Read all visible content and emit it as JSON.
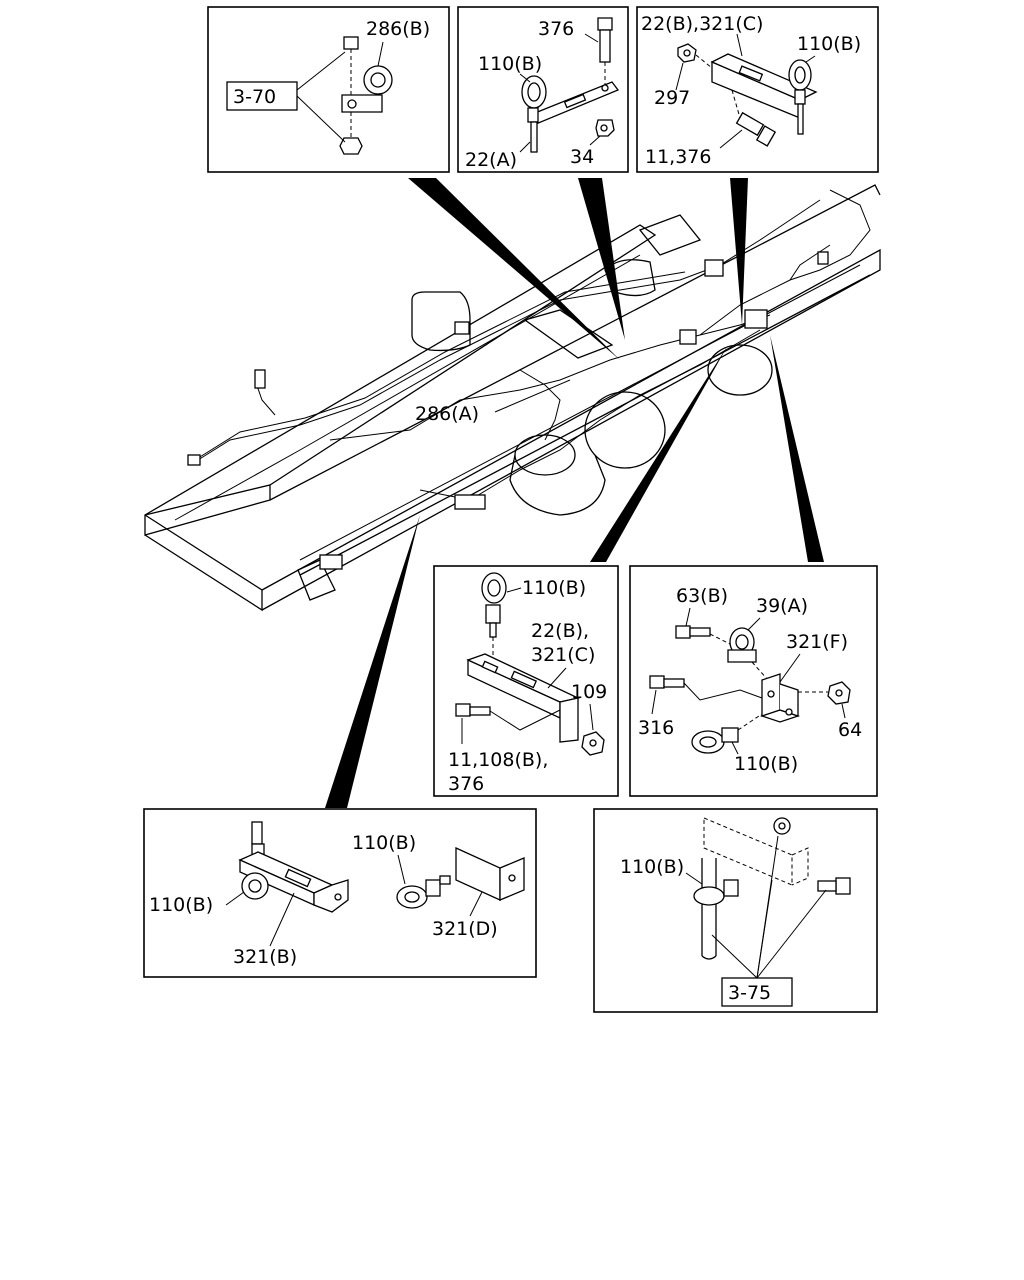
{
  "figure": {
    "panels": [
      {
        "id": "p1",
        "labels": [
          "286(B)"
        ],
        "refs": [
          "3-70"
        ]
      },
      {
        "id": "p2",
        "labels": [
          "376",
          "110(B)",
          "22(A)",
          "34"
        ],
        "refs": []
      },
      {
        "id": "p3",
        "labels": [
          "22(B),321(C)",
          "110(B)",
          "297",
          "11,376"
        ],
        "refs": []
      },
      {
        "id": "p4",
        "labels": [
          "110(B)",
          "22(B),",
          "321(C)",
          "109",
          "11,108(B),",
          "376"
        ],
        "refs": []
      },
      {
        "id": "p5",
        "labels": [
          "63(B)",
          "39(A)",
          "321(F)",
          "316",
          "64",
          "110(B)"
        ],
        "refs": []
      },
      {
        "id": "p6",
        "labels": [
          "110(B)",
          "321(D)",
          "110(B)",
          "321(B)"
        ],
        "refs": []
      },
      {
        "id": "p7",
        "labels": [
          "110(B)"
        ],
        "refs": [
          "3-75"
        ]
      }
    ],
    "chassis": {
      "labels": [
        "286(A)"
      ]
    }
  }
}
